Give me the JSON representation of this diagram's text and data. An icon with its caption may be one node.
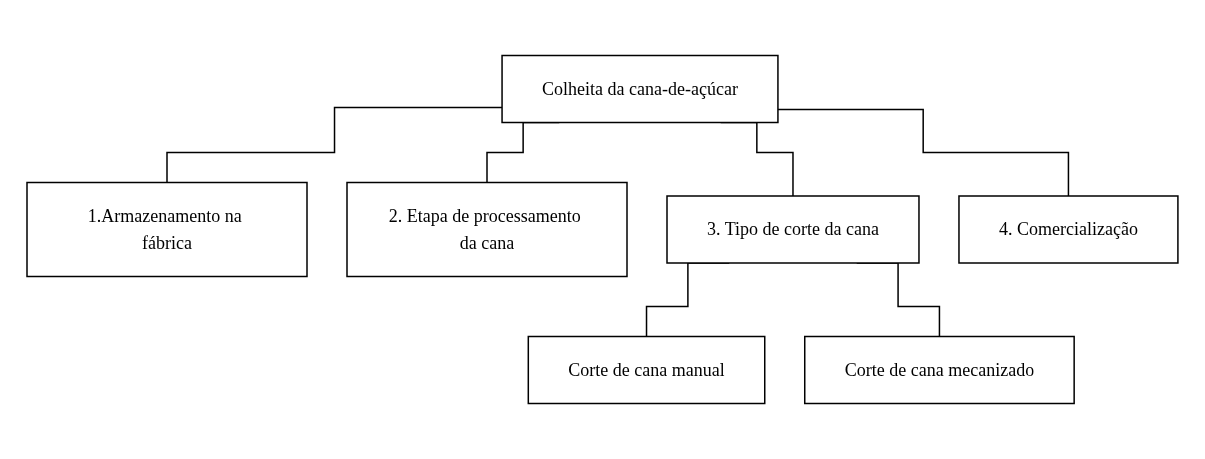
{
  "diagram": {
    "nodes": [
      {
        "text": [
          "Colheita da cana-de-açúcar"
        ]
      },
      {
        "text": [
          "1.Armazenamento na fábrica"
        ]
      },
      {
        "text": [
          "2. Etapa de processamento da cana"
        ]
      },
      {
        "text": [
          "3. Tipo de corte da cana"
        ]
      },
      {
        "text": [
          "4. Comercialização"
        ]
      },
      {
        "text": [
          "Corte de cana manual"
        ]
      },
      {
        "text": [
          "Corte de cana mecanizado"
        ]
      }
    ],
    "edges": [
      {
        "from": 0,
        "to": 1,
        "arrow": "none"
      },
      {
        "from": 0,
        "to": 2,
        "arrow": "none"
      },
      {
        "from": 0,
        "to": 3,
        "arrow": "none"
      },
      {
        "from": 0,
        "to": 4,
        "arrow": "none"
      },
      {
        "from": 3,
        "to": 5,
        "arrow": "none"
      },
      {
        "from": 3,
        "to": 6,
        "arrow": "none"
      }
    ]
  }
}
